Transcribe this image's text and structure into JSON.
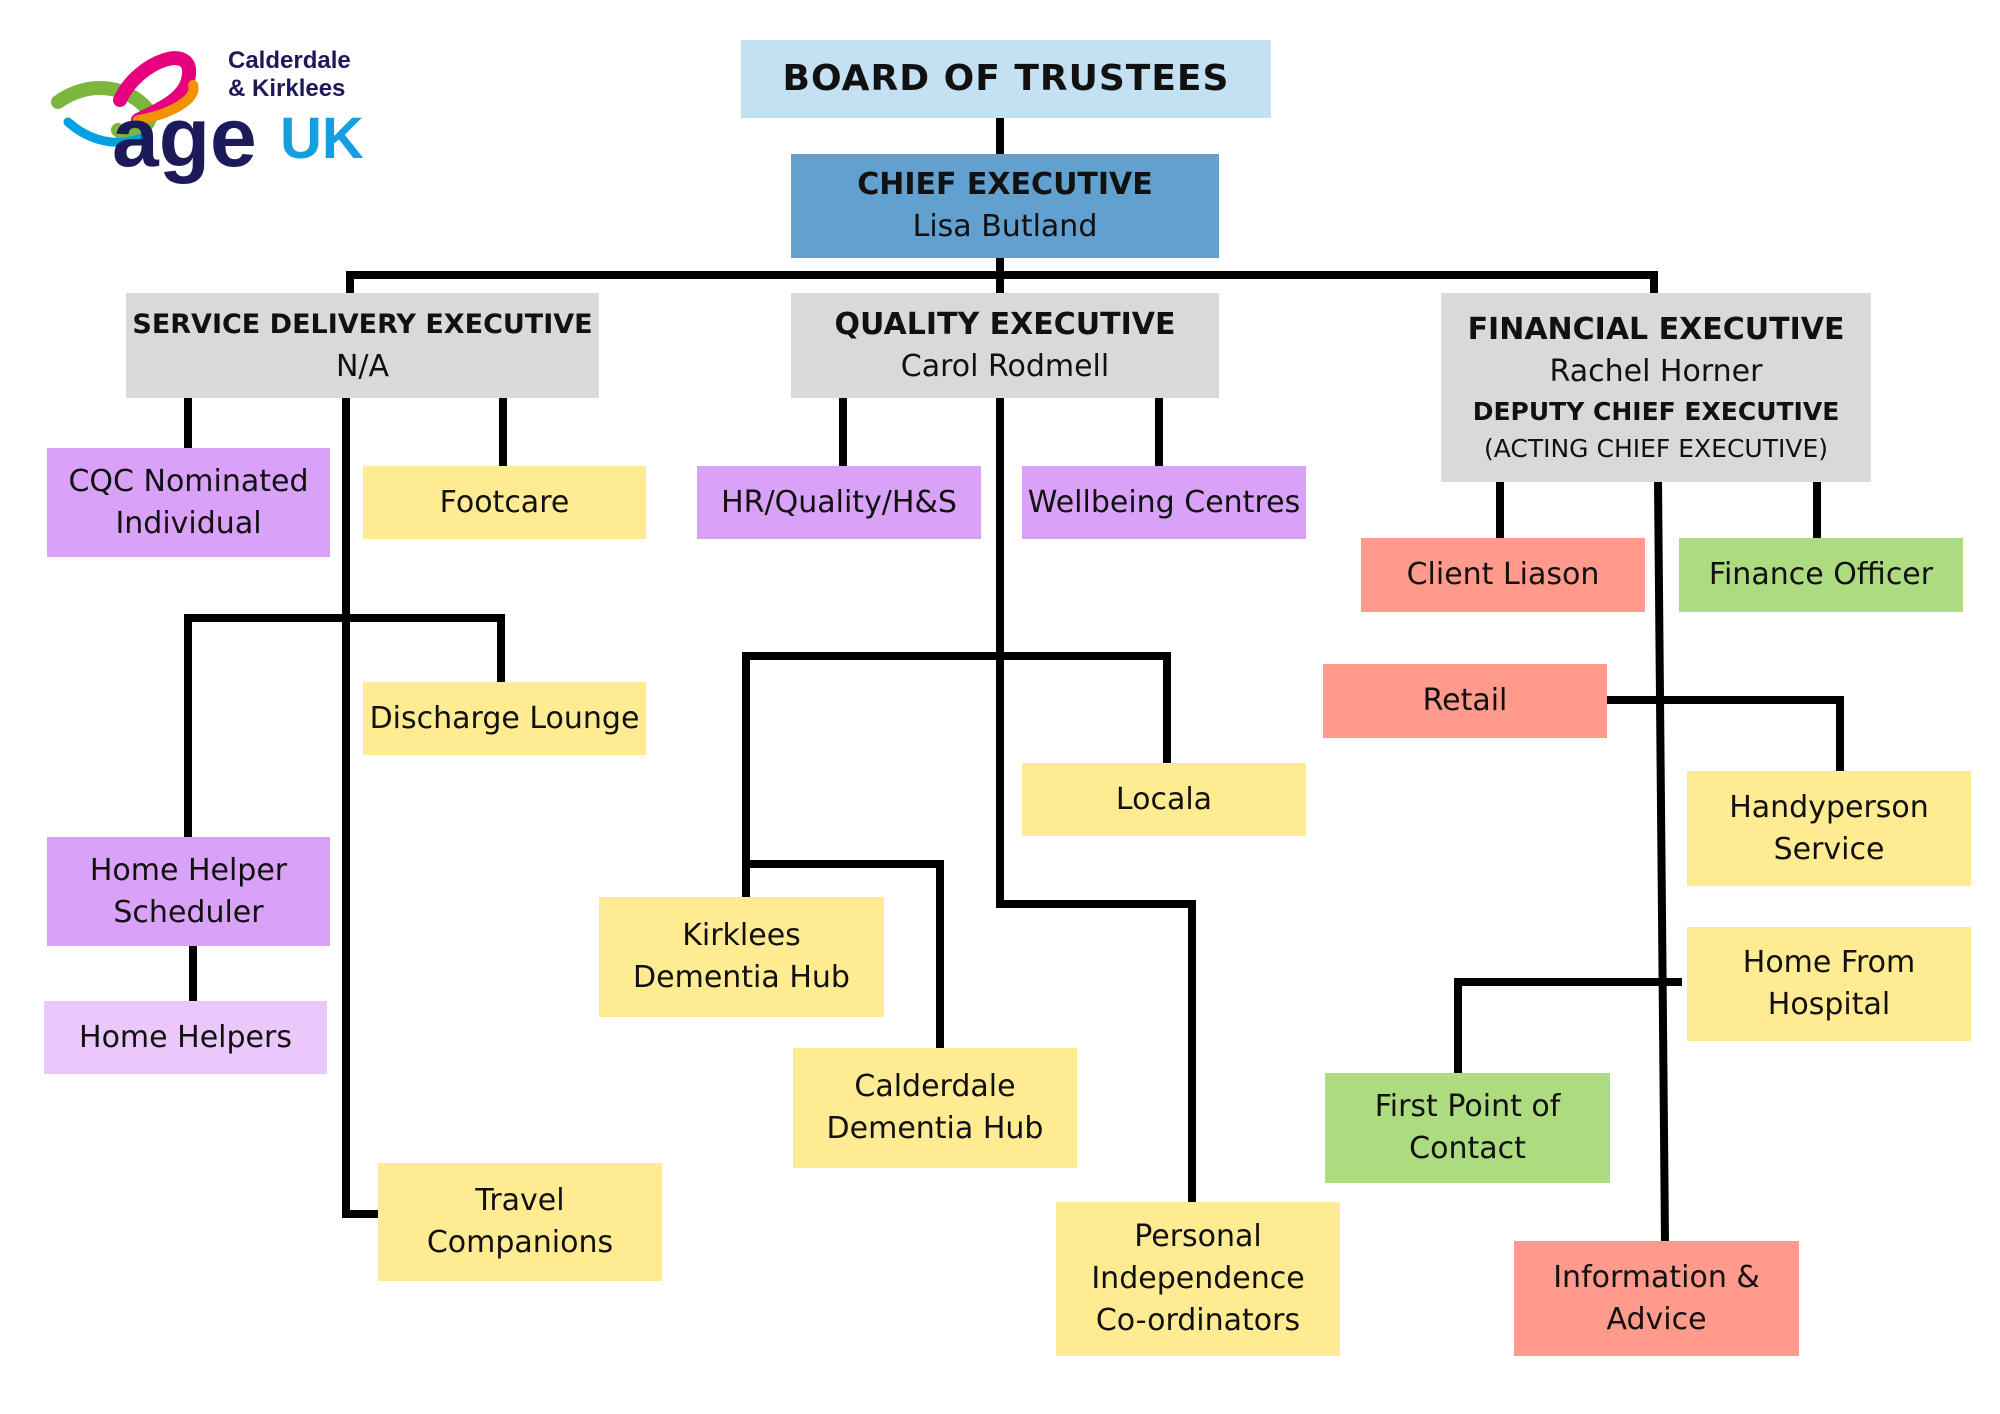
{
  "logo": {
    "line1": "Calderdale",
    "line2": "& Kirklees",
    "word_age": "age",
    "word_uk": "UK",
    "colors": {
      "navy": "#1d1a5a",
      "uk_blue": "#14a0e0",
      "swoosh": [
        "#7ab73c",
        "#e6007e",
        "#f39200",
        "#00a0e3"
      ]
    }
  },
  "colors": {
    "board": "#c3e1f3",
    "ceo": "#62a0cf",
    "executive": "#d9d9d9",
    "purple": "#d9a1f7",
    "lavender": "#ebc8fb",
    "yellow": "#ffeb91",
    "salmon": "#ff9a8d",
    "green": "#addb80",
    "connector": "#000000"
  },
  "board": {
    "title": "BOARD OF TRUSTEES"
  },
  "ceo": {
    "title": "CHIEF EXECUTIVE",
    "name": "Lisa Butland"
  },
  "executives": {
    "service": {
      "title": "SERVICE DELIVERY EXECUTIVE",
      "name": "N/A"
    },
    "quality": {
      "title": "QUALITY EXECUTIVE",
      "name": "Carol Rodmell"
    },
    "financial": {
      "title": "FINANCIAL EXECUTIVE",
      "name": "Rachel Horner",
      "role": "DEPUTY CHIEF EXECUTIVE",
      "acting": "(ACTING CHIEF EXECUTIVE)"
    }
  },
  "units": {
    "cqc": {
      "line1": "CQC Nominated",
      "line2": "Individual"
    },
    "footcare": {
      "line1": "Footcare"
    },
    "discharge": {
      "line1": "Discharge Lounge"
    },
    "home_helper_scheduler": {
      "line1": "Home Helper",
      "line2": "Scheduler"
    },
    "home_helpers": {
      "line1": "Home Helpers"
    },
    "travel": {
      "line1": "Travel",
      "line2": "Companions"
    },
    "hr": {
      "line1": "HR/Quality/H&S"
    },
    "wellbeing": {
      "line1": "Wellbeing Centres"
    },
    "locala": {
      "line1": "Locala"
    },
    "kirklees_hub": {
      "line1": "Kirklees",
      "line2": "Dementia Hub"
    },
    "calderdale_hub": {
      "line1": "Calderdale",
      "line2": "Dementia Hub"
    },
    "pic": {
      "line1": "Personal",
      "line2": "Independence",
      "line3": "Co-ordinators"
    },
    "client_liason": {
      "line1": "Client Liason"
    },
    "finance_officer": {
      "line1": "Finance Officer"
    },
    "retail": {
      "line1": "Retail"
    },
    "handyperson": {
      "line1": "Handyperson",
      "line2": "Service"
    },
    "home_from_hospital": {
      "line1": "Home From",
      "line2": "Hospital"
    },
    "first_point": {
      "line1": "First Point of",
      "line2": "Contact"
    },
    "info_advice": {
      "line1": "Information &",
      "line2": "Advice"
    }
  }
}
